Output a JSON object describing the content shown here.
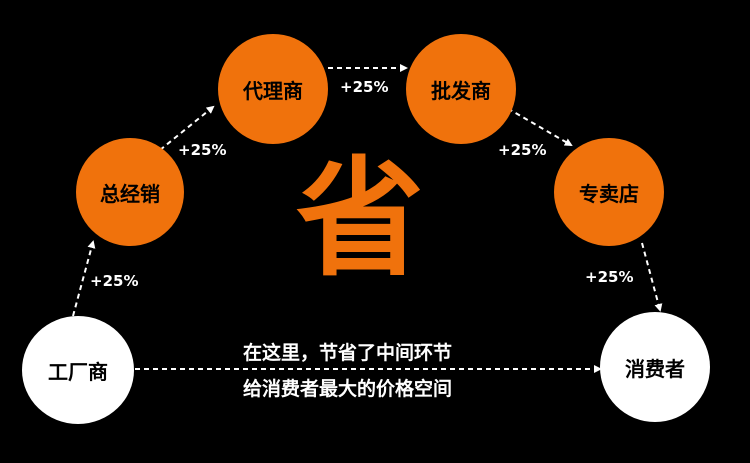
{
  "nodes": {
    "factory": "工厂商",
    "distributor": "总经销",
    "agent": "代理商",
    "wholesaler": "批发商",
    "retailer": "专卖店",
    "consumer": "消费者"
  },
  "markups": {
    "factory_to_distributor": "+25%",
    "distributor_to_agent": "+25%",
    "agent_to_wholesaler": "+25%",
    "wholesaler_to_retailer": "+25%",
    "retailer_to_consumer": "+25%"
  },
  "center_char": "省",
  "caption": {
    "line1": "在这里，节省了中间环节",
    "line2": "给消费者最大的价格空间"
  },
  "colors": {
    "accent": "#f0720c",
    "background": "#000000",
    "node_white": "#ffffff",
    "text": "#ffffff"
  }
}
